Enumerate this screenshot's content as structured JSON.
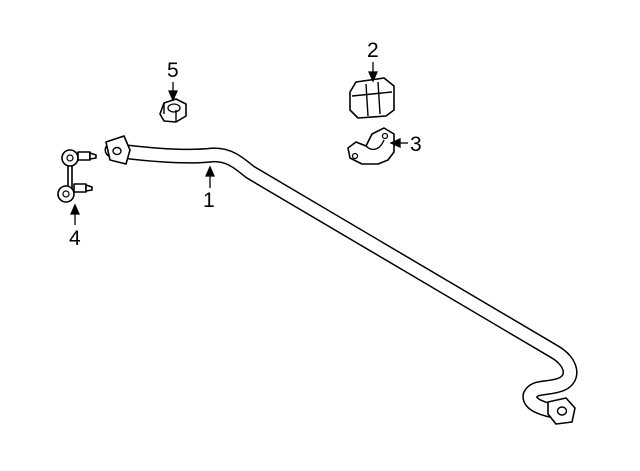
{
  "callouts": [
    {
      "number": "1",
      "part": "stabilizer-bar"
    },
    {
      "number": "2",
      "part": "bushing"
    },
    {
      "number": "3",
      "part": "bracket"
    },
    {
      "number": "4",
      "part": "stabilizer-link"
    },
    {
      "number": "5",
      "part": "nut"
    }
  ],
  "colors": {
    "line": "#000000",
    "background": "#ffffff"
  }
}
